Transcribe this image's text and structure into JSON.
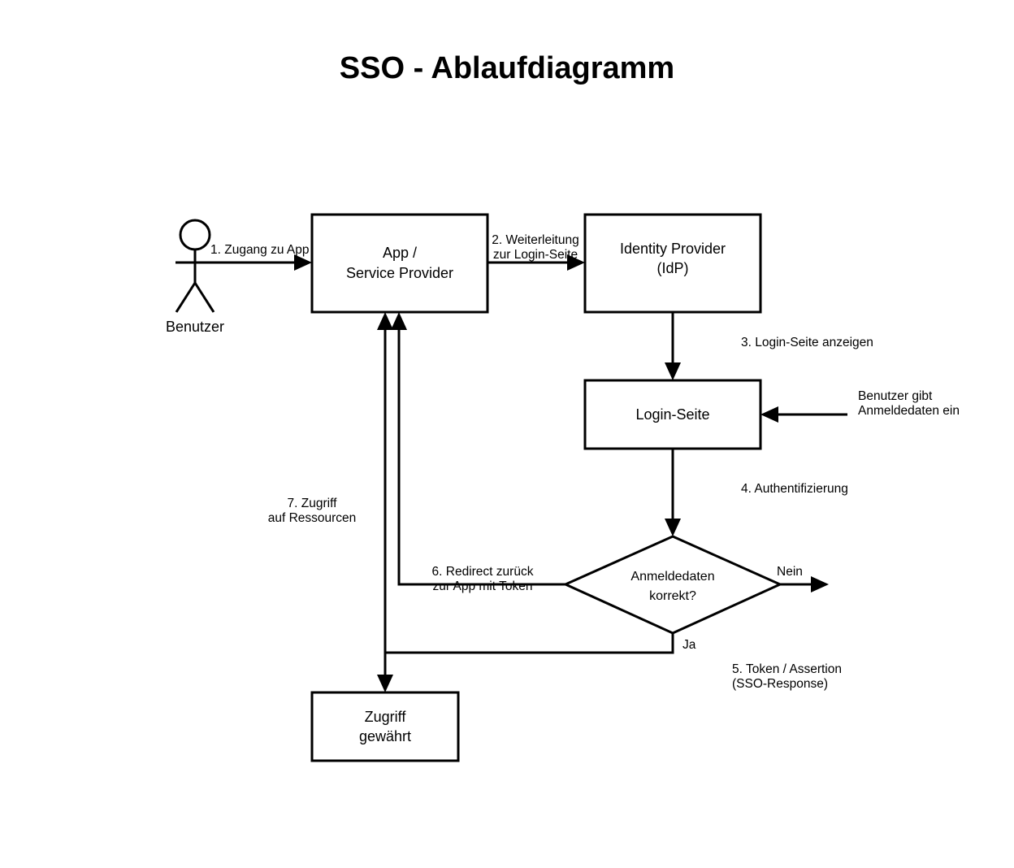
{
  "title": "SSO - Ablaufdiagramm",
  "nodes": {
    "actor": {
      "label": "Benutzer",
      "icon": "stick-figure-actor-icon"
    },
    "app": {
      "lines": [
        "App /",
        "Service Provider"
      ]
    },
    "idp": {
      "lines": [
        "Identity Provider",
        "(IdP)"
      ]
    },
    "login": {
      "lines": [
        "Login-Seite"
      ]
    },
    "decision": {
      "lines": [
        "Anmeldedaten",
        "korrekt?"
      ]
    },
    "access": {
      "lines": [
        "Zugriff",
        "gewährt"
      ]
    }
  },
  "edges": {
    "e1": {
      "lines": [
        "1. Zugang zu App"
      ]
    },
    "e2": {
      "lines": [
        "2. Weiterleitung",
        "zur Login-Seite"
      ]
    },
    "e3": {
      "lines": [
        "3. Login-Seite anzeigen"
      ]
    },
    "e_input": {
      "lines": [
        "Benutzer gibt",
        "Anmeldedaten ein"
      ]
    },
    "e4": {
      "lines": [
        "4. Authentifizierung"
      ]
    },
    "e5": {
      "lines": [
        "5. Token / Assertion",
        "(SSO-Response)"
      ]
    },
    "e6": {
      "lines": [
        "6. Redirect zurück",
        "zur App mit Token"
      ]
    },
    "e7": {
      "lines": [
        "7. Zugriff",
        "auf Ressourcen"
      ]
    },
    "yes": {
      "label": "Ja"
    },
    "no": {
      "label": "Nein"
    }
  },
  "colors": {
    "stroke": "#000000",
    "background": "#ffffff"
  }
}
